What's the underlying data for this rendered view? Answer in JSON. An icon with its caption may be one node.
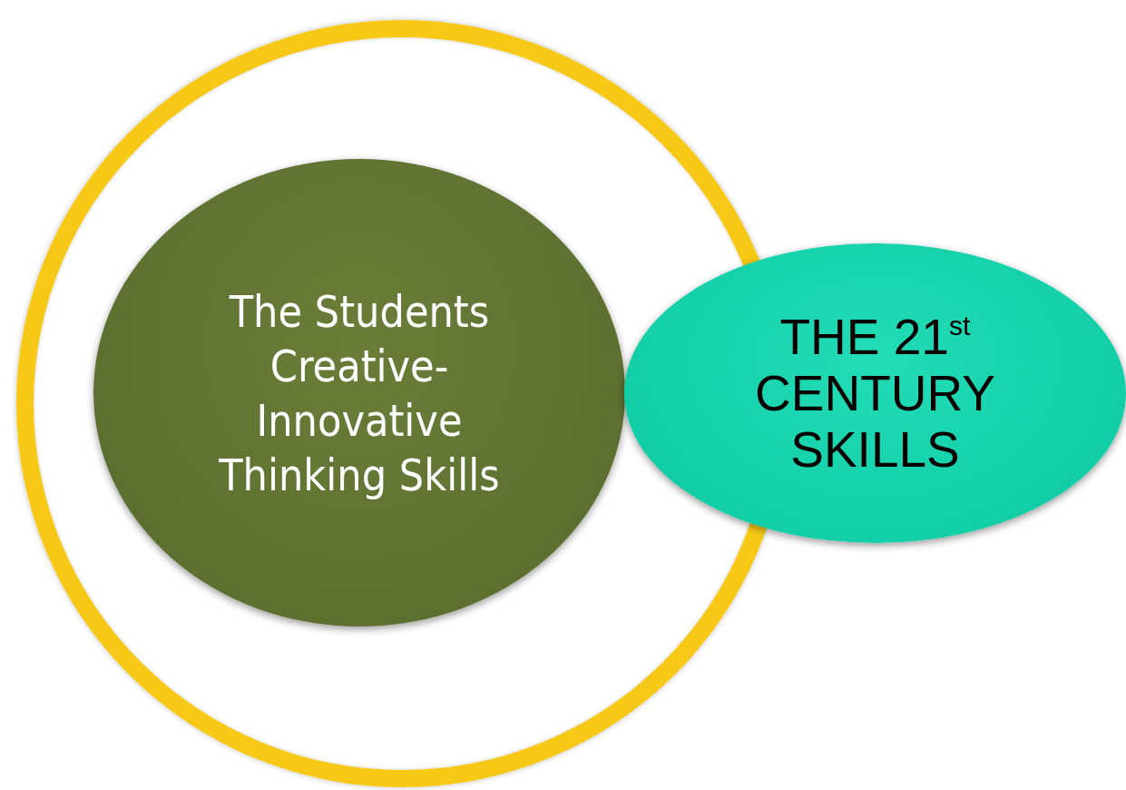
{
  "diagram": {
    "nodes": [
      {
        "text": [],
        "shape": "circle"
      },
      {
        "text": [
          "The Students Creative-Innovative Thinking Skills"
        ],
        "in": 0
      },
      {
        "text": [
          "THE 21$^{st}$ CENTURY SKILLS"
        ]
      }
    ],
    "edges": []
  }
}
